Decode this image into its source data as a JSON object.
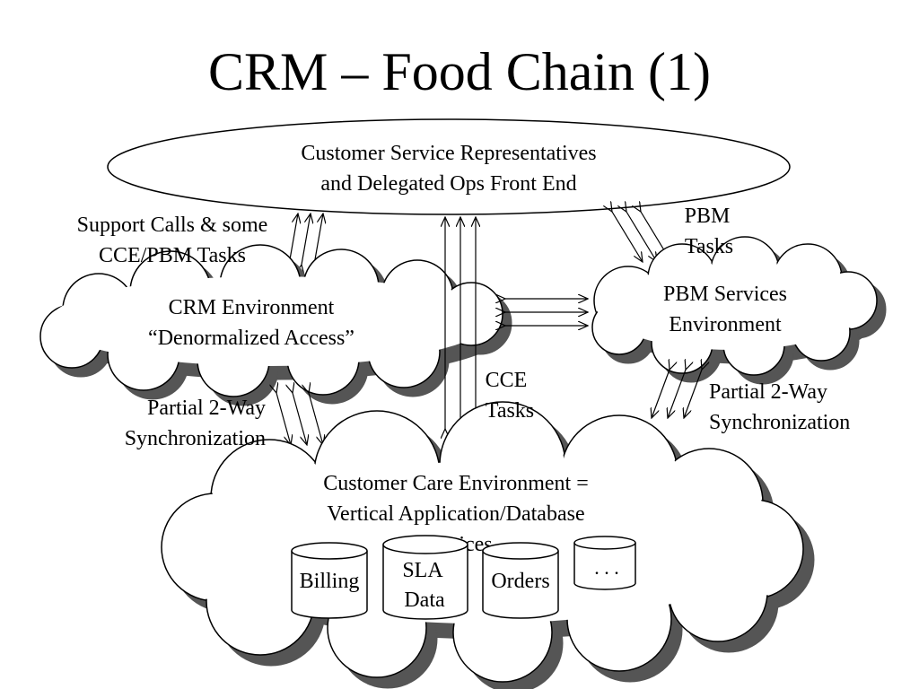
{
  "title": "CRM – Food Chain (1)",
  "nodes": {
    "csr": {
      "line1": "Customer Service Representatives",
      "line2": "and Delegated Ops Front End"
    },
    "crm": {
      "line1": "CRM Environment",
      "line2": "“Denormalized Access”"
    },
    "pbm": {
      "line1": "PBM Services",
      "line2": "Environment"
    },
    "cce": {
      "line1": "Customer Care Environment =",
      "line2": "Vertical Application/Database",
      "line3": "Services"
    }
  },
  "databases": {
    "billing": "Billing",
    "sla_line1": "SLA",
    "sla_line2": "Data",
    "orders": "Orders",
    "more": ". . ."
  },
  "edge_labels": {
    "support_line1": "Support Calls & some",
    "support_line2": "CCE/PBM Tasks",
    "pbm_tasks_line1": "PBM",
    "pbm_tasks_line2": "Tasks",
    "cce_tasks_line1": "CCE",
    "cce_tasks_line2": "Tasks",
    "left_sync_line1": "Partial 2-Way",
    "left_sync_line2": "Synchronization",
    "right_sync_line1": "Partial 2-Way",
    "right_sync_line2": "Synchronization"
  }
}
